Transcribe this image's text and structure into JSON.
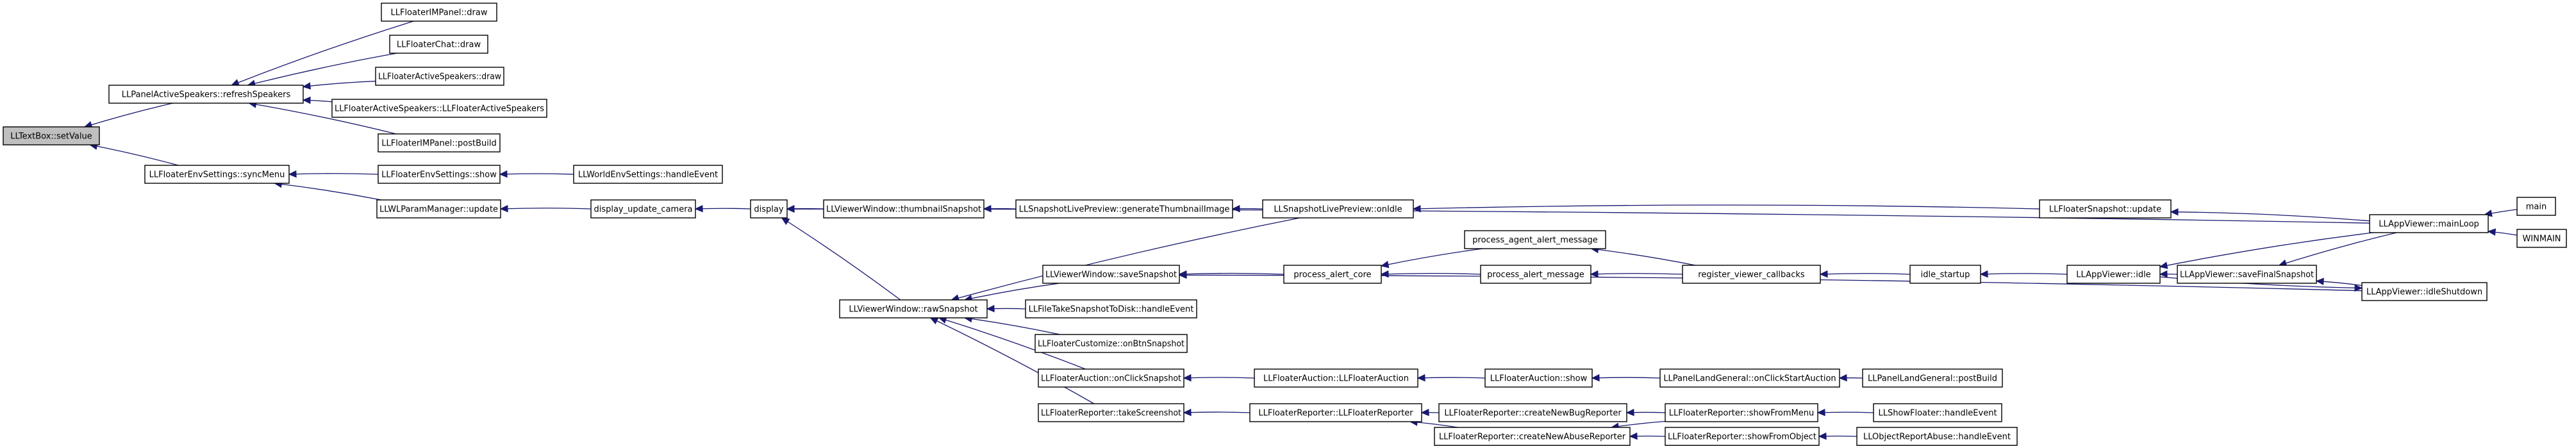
{
  "nodes": [
    {
      "id": "n_textbox_setvalue",
      "label": "LLTextBox::setValue",
      "root": true
    },
    {
      "id": "n_panelactive_refresh",
      "label": "LLPanelActiveSpeakers::refreshSpeakers"
    },
    {
      "id": "n_imdraw",
      "label": "LLFloaterIMPanel::draw"
    },
    {
      "id": "n_chatdraw",
      "label": "LLFloaterChat::draw"
    },
    {
      "id": "n_activedraw",
      "label": "LLFloaterActiveSpeakers::draw"
    },
    {
      "id": "n_activector",
      "label": "LLFloaterActiveSpeakers::LLFloaterActiveSpeakers"
    },
    {
      "id": "n_impostbuild",
      "label": "LLFloaterIMPanel::postBuild"
    },
    {
      "id": "n_envsync",
      "label": "LLFloaterEnvSettings::syncMenu"
    },
    {
      "id": "n_envshow",
      "label": "LLFloaterEnvSettings::show"
    },
    {
      "id": "n_worldenv",
      "label": "LLWorldEnvSettings::handleEvent"
    },
    {
      "id": "n_wlparam",
      "label": "LLWLParamManager::update"
    },
    {
      "id": "n_dispcam",
      "label": "display_update_camera"
    },
    {
      "id": "n_display",
      "label": "display"
    },
    {
      "id": "n_vwthumb",
      "label": "LLViewerWindow::thumbnailSnapshot"
    },
    {
      "id": "n_snapgen",
      "label": "LLSnapshotLivePreview::generateThumbnailImage"
    },
    {
      "id": "n_snapidle",
      "label": "LLSnapshotLivePreview::onIdle"
    },
    {
      "id": "n_flsnapupd",
      "label": "LLFloaterSnapshot::update"
    },
    {
      "id": "n_mainloop",
      "label": "LLAppViewer::mainLoop"
    },
    {
      "id": "n_main",
      "label": "main"
    },
    {
      "id": "n_winmain",
      "label": "WINMAIN"
    },
    {
      "id": "n_rawsnap",
      "label": "LLViewerWindow::rawSnapshot"
    },
    {
      "id": "n_savesnap",
      "label": "LLViewerWindow::saveSnapshot"
    },
    {
      "id": "n_alertcore",
      "label": "process_alert_core"
    },
    {
      "id": "n_agentalert",
      "label": "process_agent_alert_message"
    },
    {
      "id": "n_alertmsg",
      "label": "process_alert_message"
    },
    {
      "id": "n_regcb",
      "label": "register_viewer_callbacks"
    },
    {
      "id": "n_idlestart",
      "label": "idle_startup"
    },
    {
      "id": "n_appidle",
      "label": "LLAppViewer::idle"
    },
    {
      "id": "n_savefinal",
      "label": "LLAppViewer::saveFinalSnapshot"
    },
    {
      "id": "n_idleshut",
      "label": "LLAppViewer::idleShutdown"
    },
    {
      "id": "n_filetake",
      "label": "LLFileTakeSnapshotToDisk::handleEvent"
    },
    {
      "id": "n_custbtn",
      "label": "LLFloaterCustomize::onBtnSnapshot"
    },
    {
      "id": "n_auctclick",
      "label": "LLFloaterAuction::onClickSnapshot"
    },
    {
      "id": "n_auctctor",
      "label": "LLFloaterAuction::LLFloaterAuction"
    },
    {
      "id": "n_auctshow",
      "label": "LLFloaterAuction::show"
    },
    {
      "id": "n_landclick",
      "label": "LLPanelLandGeneral::onClickStartAuction"
    },
    {
      "id": "n_landpost",
      "label": "LLPanelLandGeneral::postBuild"
    },
    {
      "id": "n_reptake",
      "label": "LLFloaterReporter::takeScreenshot"
    },
    {
      "id": "n_repctor",
      "label": "LLFloaterReporter::LLFloaterReporter"
    },
    {
      "id": "n_repbug",
      "label": "LLFloaterReporter::createNewBugReporter"
    },
    {
      "id": "n_repabuse",
      "label": "LLFloaterReporter::createNewAbuseReporter"
    },
    {
      "id": "n_repfrommenu",
      "label": "LLFloaterReporter::showFromMenu"
    },
    {
      "id": "n_repfromobj",
      "label": "LLFloaterReporter::showFromObject"
    },
    {
      "id": "n_showfloater",
      "label": "LLShowFloater::handleEvent"
    },
    {
      "id": "n_objabuse",
      "label": "LLObjectReportAbuse::handleEvent"
    }
  ],
  "edges": [
    [
      "n_panelactive_refresh",
      "n_textbox_setvalue"
    ],
    [
      "n_envsync",
      "n_textbox_setvalue"
    ],
    [
      "n_imdraw",
      "n_panelactive_refresh"
    ],
    [
      "n_chatdraw",
      "n_panelactive_refresh"
    ],
    [
      "n_activedraw",
      "n_panelactive_refresh"
    ],
    [
      "n_activector",
      "n_panelactive_refresh"
    ],
    [
      "n_impostbuild",
      "n_panelactive_refresh"
    ],
    [
      "n_envshow",
      "n_envsync"
    ],
    [
      "n_wlparam",
      "n_envsync"
    ],
    [
      "n_worldenv",
      "n_envshow"
    ],
    [
      "n_dispcam",
      "n_wlparam"
    ],
    [
      "n_display",
      "n_dispcam"
    ],
    [
      "n_vwthumb",
      "n_display"
    ],
    [
      "n_rawsnap",
      "n_display"
    ],
    [
      "n_mainloop",
      "n_display"
    ],
    [
      "n_snapgen",
      "n_vwthumb"
    ],
    [
      "n_snapidle",
      "n_snapgen"
    ],
    [
      "n_flsnapupd",
      "n_snapidle"
    ],
    [
      "n_mainloop",
      "n_flsnapupd"
    ],
    [
      "n_main",
      "n_mainloop"
    ],
    [
      "n_winmain",
      "n_mainloop"
    ],
    [
      "n_snapidle",
      "n_rawsnap"
    ],
    [
      "n_savesnap",
      "n_rawsnap"
    ],
    [
      "n_filetake",
      "n_rawsnap"
    ],
    [
      "n_custbtn",
      "n_rawsnap"
    ],
    [
      "n_auctclick",
      "n_rawsnap"
    ],
    [
      "n_reptake",
      "n_rawsnap"
    ],
    [
      "n_alertcore",
      "n_savesnap"
    ],
    [
      "n_idleshut",
      "n_savesnap"
    ],
    [
      "n_agentalert",
      "n_alertcore"
    ],
    [
      "n_alertmsg",
      "n_alertcore"
    ],
    [
      "n_regcb",
      "n_agentalert"
    ],
    [
      "n_regcb",
      "n_alertmsg"
    ],
    [
      "n_idlestart",
      "n_regcb"
    ],
    [
      "n_appidle",
      "n_idlestart"
    ],
    [
      "n_mainloop",
      "n_appidle"
    ],
    [
      "n_savefinal",
      "n_appidle"
    ],
    [
      "n_mainloop",
      "n_savefinal"
    ],
    [
      "n_idleshut",
      "n_savefinal"
    ],
    [
      "n_appidle",
      "n_idleshut"
    ],
    [
      "n_auctctor",
      "n_auctclick"
    ],
    [
      "n_auctshow",
      "n_auctctor"
    ],
    [
      "n_landclick",
      "n_auctshow"
    ],
    [
      "n_landpost",
      "n_landclick"
    ],
    [
      "n_repctor",
      "n_reptake"
    ],
    [
      "n_repbug",
      "n_repctor"
    ],
    [
      "n_repabuse",
      "n_repctor"
    ],
    [
      "n_repfrommenu",
      "n_repbug"
    ],
    [
      "n_repfrommenu",
      "n_repabuse"
    ],
    [
      "n_repfromobj",
      "n_repabuse"
    ],
    [
      "n_showfloater",
      "n_repfrommenu"
    ],
    [
      "n_objabuse",
      "n_repfromobj"
    ]
  ]
}
